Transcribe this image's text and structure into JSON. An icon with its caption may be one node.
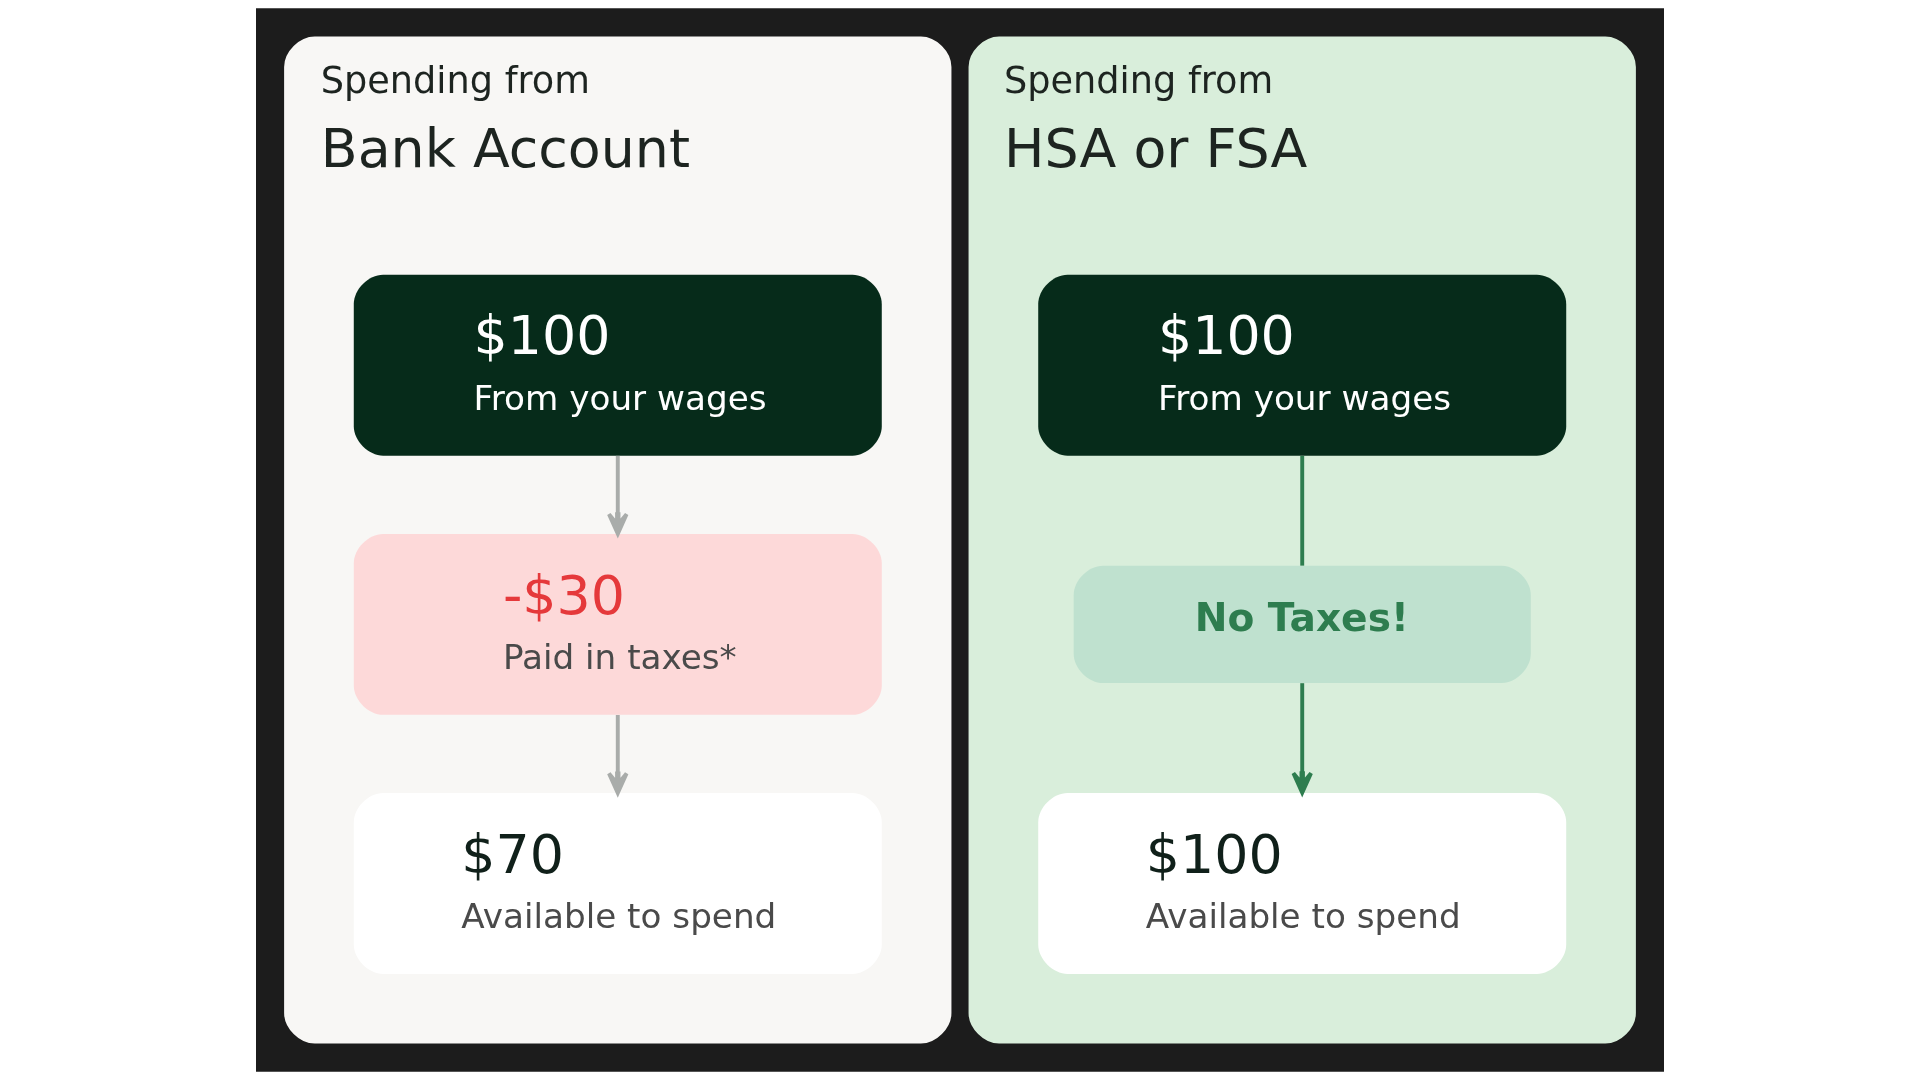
{
  "diagram": {
    "nodes": [
      {
        "text": [
          "Spending from",
          "Bank Account"
        ]
      },
      {
        "text": [
          "$100",
          "From your wages"
        ],
        "in": 0
      },
      {
        "text": [
          "-$30",
          "Paid in taxes*"
        ],
        "in": 0
      },
      {
        "text": [
          "$70",
          "Available to spend"
        ],
        "in": 0
      },
      {
        "text": [
          "Spending from",
          "HSA or FSA"
        ]
      },
      {
        "text": [
          "$100",
          "From your wages"
        ],
        "in": 4
      },
      {
        "text": [
          "No Taxes!"
        ],
        "in": 4
      },
      {
        "text": [
          "$100",
          "Available to spend"
        ],
        "in": 4
      }
    ],
    "edges": [
      {
        "from": 1,
        "to": 2,
        "arrow": "to",
        "color": "#a9acaa"
      },
      {
        "from": 2,
        "to": 3,
        "arrow": "to",
        "color": "#a9acaa"
      },
      {
        "from": 5,
        "to": 6,
        "arrow": "none",
        "color": "#2e7d4f"
      },
      {
        "from": 6,
        "to": 7,
        "arrow": "to",
        "color": "#2e7d4f"
      }
    ]
  }
}
